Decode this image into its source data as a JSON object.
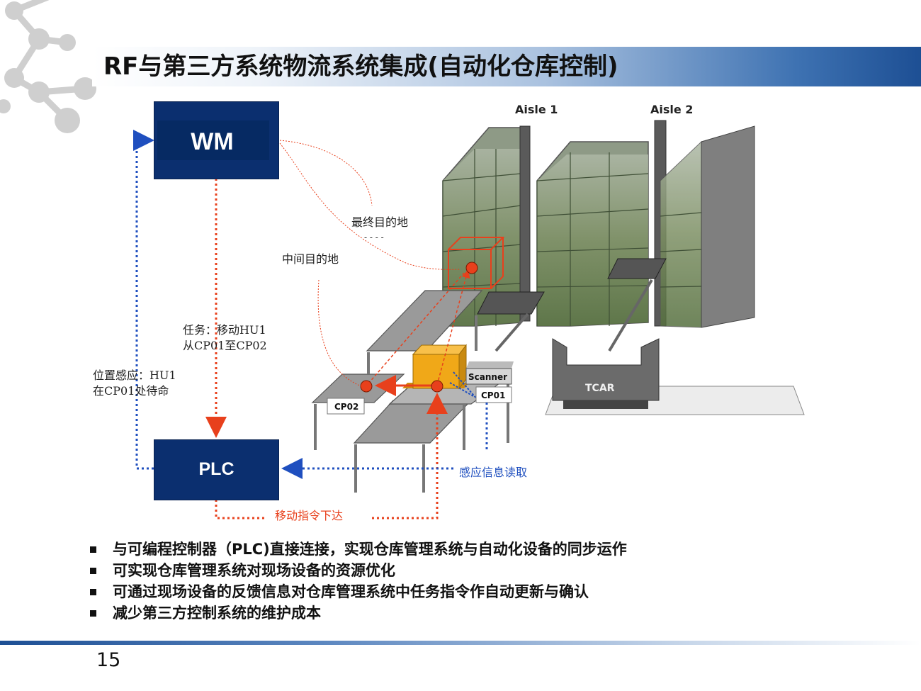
{
  "slide": {
    "title": "RF与第三方系统物流系统集成(自动化仓库控制)",
    "page_number": "15"
  },
  "diagram": {
    "wm_label": "WM",
    "plc_label": "PLC",
    "aisle1": "Aisle 1",
    "aisle2": "Aisle 2",
    "final_destination": "最终目的地",
    "final_destination_sub": "- - - -",
    "intermediate_destination": "中间目的地",
    "task_line1": "任务：移动HU1",
    "task_line2": "从CP01至CP02",
    "position_line1": "位置感应：HU1",
    "position_line2": "在CP01处待命",
    "sensor_read": "感应信息读取",
    "move_command": "移动指令下达",
    "scanner": "Scanner",
    "cp01": "CP01",
    "cp02": "CP02",
    "tcar": "TCAR",
    "colors": {
      "navy": "#0b2f6f",
      "blue_dotted": "#1f4fbf",
      "red_dotted": "#e8401c",
      "rack_green": "#6f8a4e",
      "crate": "#f0a818"
    }
  },
  "bullets": [
    "与可编程控制器（PLC)直接连接，实现仓库管理系统与自动化设备的同步运作",
    "可实现仓库管理系统对现场设备的资源优化",
    "可通过现场设备的反馈信息对仓库管理系统中任务指令作自动更新与确认",
    "减少第三方控制系统的维护成本"
  ]
}
